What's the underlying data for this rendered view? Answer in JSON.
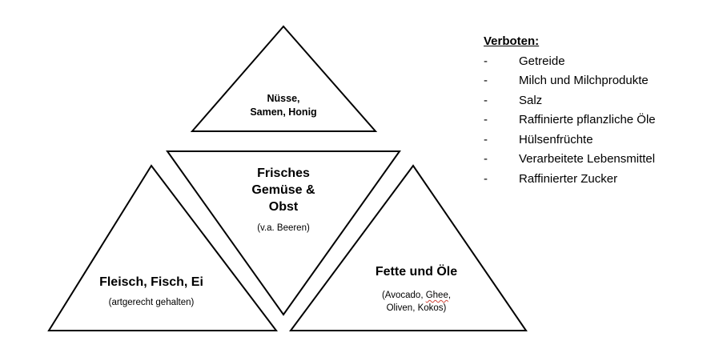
{
  "triangles": {
    "top": {
      "line1": "Nüsse,",
      "line2": "Samen, Honig"
    },
    "center": {
      "line1": "Frisches",
      "line2": "Gemüse &",
      "line3": "Obst",
      "note": "(v.a. Beeren)"
    },
    "left": {
      "title": "Fleisch, Fisch, Ei",
      "note": "(artgerecht gehalten)"
    },
    "right": {
      "title": "Fette und Öle",
      "note_pre": "(Avocado, ",
      "note_word": "Ghee",
      "note_post": ",",
      "note_line2": "Oliven, Kokos)"
    }
  },
  "forbidden": {
    "heading": "Verboten:",
    "bullet": "-",
    "items": [
      "Getreide",
      "Milch und Milchprodukte",
      "Salz",
      "Raffinierte pflanzliche Öle",
      "Hülsenfrüchte",
      "Verarbeitete Lebensmittel",
      "Raffinierter Zucker"
    ]
  },
  "colors": {
    "stroke": "#000000",
    "fill": "#ffffff",
    "spellcheck_underline": "#d0453a"
  }
}
